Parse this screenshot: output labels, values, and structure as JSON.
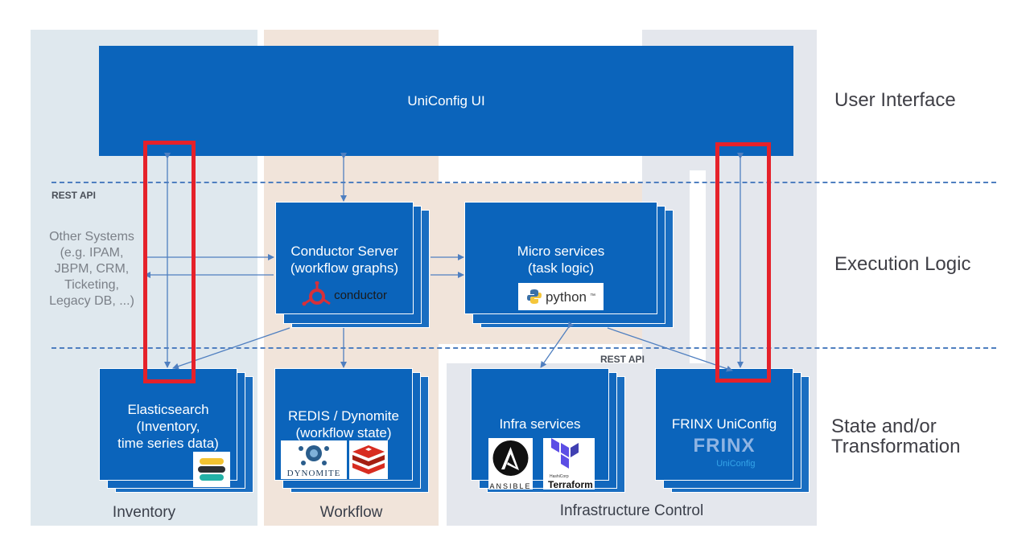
{
  "colors": {
    "box_blue": "#0b64bb",
    "highlight_red": "#e5212a",
    "arrow_blue": "#4f7fc0"
  },
  "layers": {
    "user_interface": "User Interface",
    "execution_logic": "Execution Logic",
    "state_line1": "State and/or",
    "state_line2": "Transformation"
  },
  "lanes": {
    "inventory": "Inventory",
    "workflow": "Workflow",
    "infrastructure": "Infrastructure Control"
  },
  "rest_api_left": "REST API",
  "rest_api_right": "REST API",
  "uniconfig_ui": "UniConfig UI",
  "other_systems": [
    "Other Systems",
    "(e.g. IPAM,",
    "JBPM, CRM,",
    "Ticketing,",
    "Legacy DB, ...)"
  ],
  "conductor": {
    "line1": "Conductor Server",
    "line2": "(workflow graphs)",
    "logo": "conductor"
  },
  "micro": {
    "line1": "Micro services",
    "line2": "(task logic)",
    "logo": "python",
    "logo_tm": "™"
  },
  "elastic": {
    "line1": "Elasticsearch",
    "line2": "(Inventory,",
    "line3": "time series data)"
  },
  "redis": {
    "line1": "REDIS / Dynomite",
    "line2": "(workflow state)",
    "dynomite_logo": "DYNOMITE"
  },
  "infra": {
    "line1": "Infra services",
    "ansible_logo": "ANSIBLE",
    "terraform_small": "HashiCorp",
    "terraform_logo": "Terraform"
  },
  "frinx": {
    "line1": "FRINX UniConfig",
    "logo_main": "FRINX",
    "logo_sub": "UniConfig"
  }
}
